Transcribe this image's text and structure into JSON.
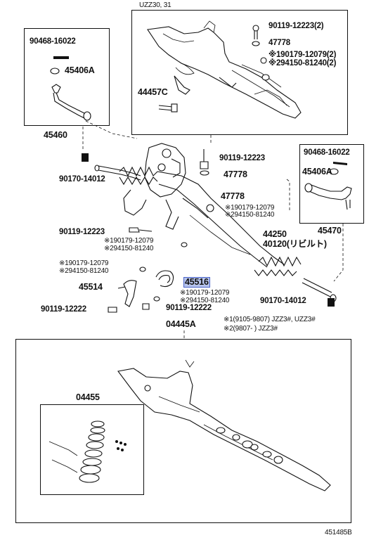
{
  "diagram_code": "451485B",
  "top_box": {
    "caption": "UZZ30, 31",
    "labels": [
      "90119-12223(2)",
      "47778",
      "※190179-12079(2)",
      "※294150-81240(2)",
      "44457C"
    ]
  },
  "left_box": {
    "labels": [
      "90468-16022",
      "45406A"
    ],
    "part": "45460"
  },
  "right_box": {
    "labels": [
      "90468-16022",
      "45406A"
    ],
    "part": "45470"
  },
  "main": {
    "labels": [
      "90170-14012",
      "90119-12223",
      "47778",
      "47778",
      "※190179-12079",
      "※294150-81240",
      "90119-12223",
      "※190179-12079",
      "※294150-81240",
      "44250",
      "40120(リビルト)",
      "※190179-12079",
      "※294150-81240",
      "45516",
      "45514",
      "※190179-12079",
      "※294150-81240",
      "90119-12222",
      "90119-12222",
      "90170-14012"
    ],
    "highlighted": "45516",
    "notes": [
      "※1(9105-9807)  JZZ3#, UZZ3#",
      "※2(9807-        )  JZZ3#"
    ]
  },
  "bottom_box": {
    "part": "04445A",
    "inset_part": "04455"
  }
}
